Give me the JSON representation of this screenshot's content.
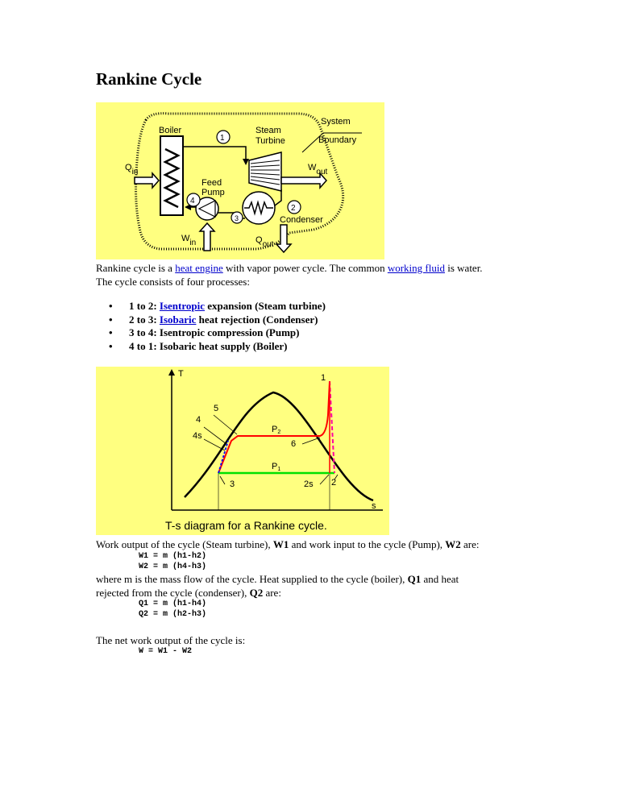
{
  "title": "Rankine Cycle",
  "figure1": {
    "boiler": "Boiler",
    "state1": "1",
    "steam": "Steam",
    "turbine": "Turbine",
    "system": "System",
    "boundary": "Boundary",
    "q": "Q",
    "q_in_sub": "in",
    "w": "W",
    "w_out_sub": "out",
    "feed": "Feed",
    "pump": "Pump",
    "state4": "4",
    "state2": "2",
    "state3": "3",
    "condenser": "Condenser",
    "w_in_sub": "in",
    "q_out_sub": "out"
  },
  "intro": {
    "t1": "Rankine cycle is a ",
    "link1": "heat engine",
    "t2": " with vapor power cycle. The common ",
    "link2": "working fluid",
    "t3": " is water.",
    "line2": "The cycle consists of four processes:"
  },
  "processes": [
    {
      "pre": "1 to 2: ",
      "link": "Isentropic",
      "post": " expansion (Steam turbine)"
    },
    {
      "pre": "2 to 3: ",
      "link": "Isobaric",
      "post": " heat rejection (Condenser)"
    },
    {
      "pre": "3 to 4: Isentropic compression (Pump)",
      "link": "",
      "post": ""
    },
    {
      "pre": "4 to 1: Isobaric heat supply (Boiler)",
      "link": "",
      "post": ""
    }
  ],
  "figure2": {
    "axis_t": "T",
    "axis_s": "s",
    "p1": "1",
    "p2": "2",
    "p2s": "2s",
    "p3": "3",
    "p4": "4",
    "p4s": "4s",
    "p5": "5",
    "p6": "6",
    "pressure_high": "P",
    "pressure_high_sub": "2",
    "pressure_low": "P",
    "pressure_low_sub": "1",
    "caption": "T-s diagram for a Rankine cycle.",
    "colors": {
      "background": "#ffff80",
      "high_pressure": "#ff0000",
      "low_pressure": "#00e000",
      "turbine_dash": "#ff00a0",
      "pump_dash": "#0000ff",
      "dome": "#000000"
    }
  },
  "work": {
    "t1": "Work output of the cycle (Steam turbine), ",
    "b1": "W1",
    "t2": " and work input to the cycle (Pump), ",
    "b2": "W2",
    "t3": " are:"
  },
  "eq_w1": "W1 = m (h1-h2)",
  "eq_w2": "W2 = m (h4-h3)",
  "heat": {
    "t1": "where m is the mass flow of the cycle. Heat supplied to the cycle (boiler), ",
    "b1": "Q1",
    "t2": " and heat",
    "t3": "rejected from the cycle (condenser), ",
    "b2": "Q2",
    "t4": " are:"
  },
  "eq_q1": "Q1 = m (h1-h4)",
  "eq_q2": "Q2 = m (h2-h3)",
  "net_text": "The net work output of the cycle is:",
  "eq_w": "W = W1 - W2"
}
